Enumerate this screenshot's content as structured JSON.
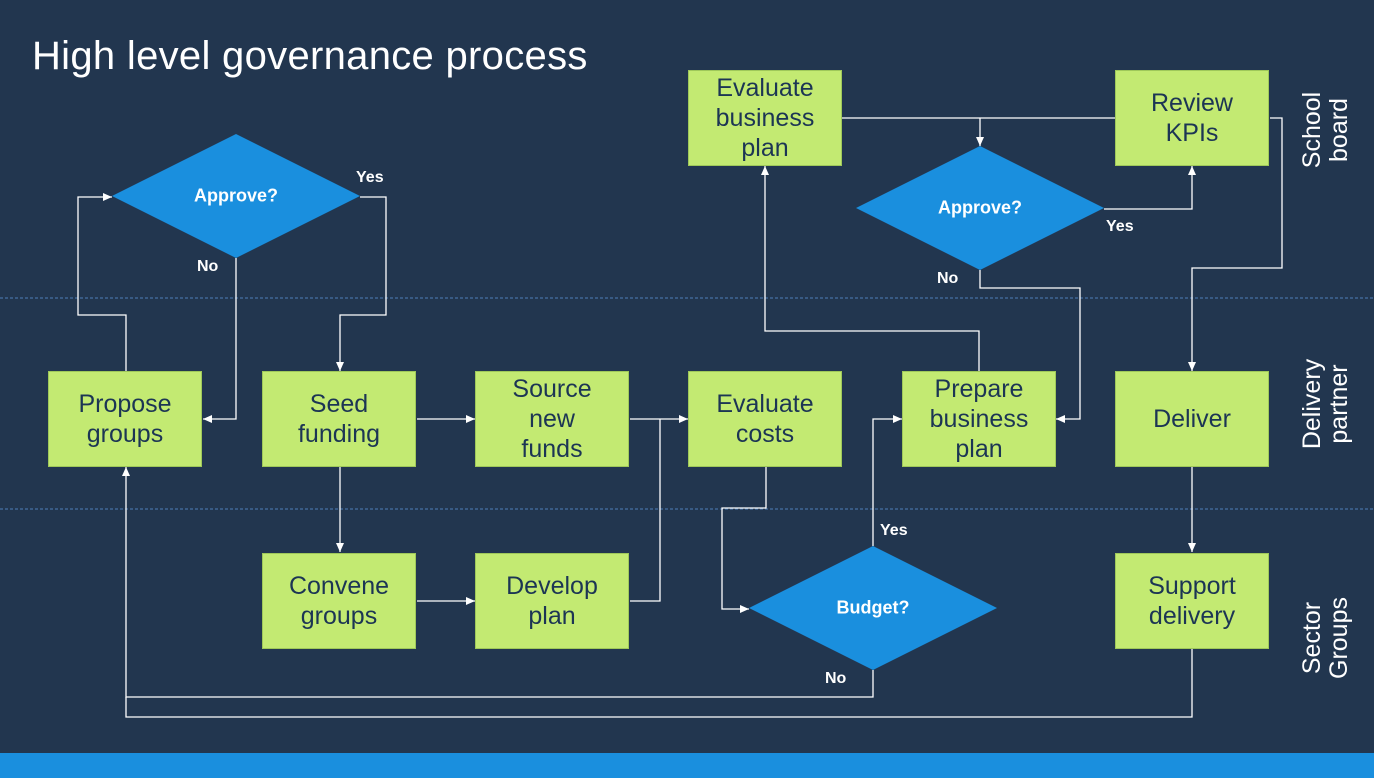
{
  "title": "High level governance process",
  "lanes": [
    "School\nboard",
    "Delivery\npartner",
    "Sector\nGroups"
  ],
  "steps": {
    "propose_groups": "Propose\ngroups",
    "seed_funding": "Seed\nfunding",
    "source_new_funds": "Source\nnew\nfunds",
    "evaluate_costs": "Evaluate\ncosts",
    "prepare_business_plan": "Prepare\nbusiness\nplan",
    "deliver": "Deliver",
    "evaluate_business_plan": "Evaluate\nbusiness\nplan",
    "review_kpis": "Review\nKPIs",
    "convene_groups": "Convene\ngroups",
    "develop_plan": "Develop\nplan",
    "support_delivery": "Support\ndelivery"
  },
  "decisions": {
    "approve_left": "Approve?",
    "approve_right": "Approve?",
    "budget": "Budget?"
  },
  "edge_labels": {
    "left_yes": "Yes",
    "left_no": "No",
    "right_yes": "Yes",
    "right_no": "No",
    "budget_yes": "Yes",
    "budget_no": "No"
  },
  "colors": {
    "background": "#22364f",
    "box_fill": "#c3ea72",
    "box_text": "#1c3554",
    "decision_fill": "#1a8fde",
    "connector": "#ffffff",
    "lane_divider": "#4d7fb8",
    "bottom_bar": "#1a8fde"
  }
}
